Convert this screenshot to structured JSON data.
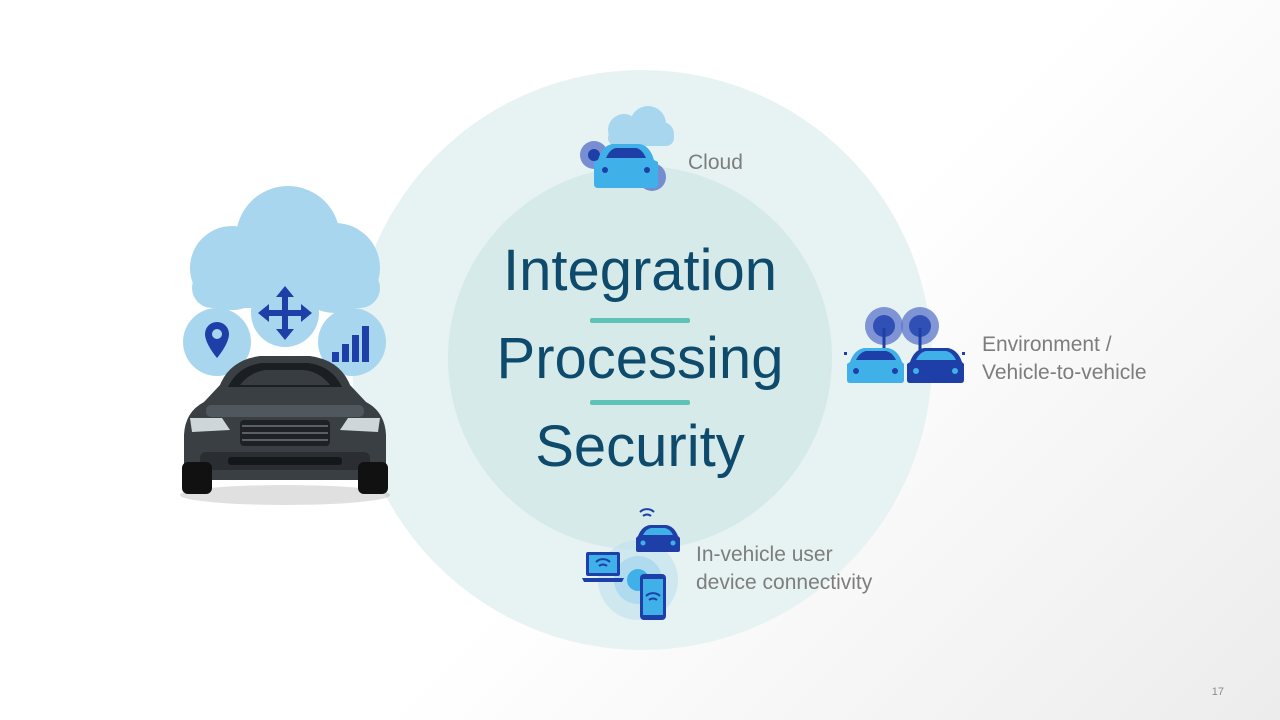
{
  "slide": {
    "center_words": [
      "Integration",
      "Processing",
      "Security"
    ],
    "labels": {
      "cloud": "Cloud",
      "environment_line1": "Environment /",
      "environment_line2": "Vehicle-to-vehicle",
      "device_line1": "In-vehicle user",
      "device_line2": "device connectivity"
    },
    "page_number": "17"
  },
  "icons": {
    "car_cluster": [
      "cloud-icon",
      "location-pin-icon",
      "move-arrows-icon",
      "signal-bars-icon",
      "car-photo"
    ],
    "cloud_node": "cloud-car-icon",
    "environment_node": "v2v-cars-icon",
    "device_node": [
      "laptop-wifi-icon",
      "phone-wifi-icon",
      "car-wifi-icon"
    ]
  },
  "colors": {
    "title_text": "#0e4a6b",
    "divider": "#5fc2b7",
    "outer_circle": "#e7f3f2",
    "inner_circle": "#d7ebea",
    "light_blue": "#3fb0e8",
    "dark_blue": "#1f3fa8",
    "pale_blue": "#a8d6ee",
    "label_text": "#7d7d7d"
  }
}
